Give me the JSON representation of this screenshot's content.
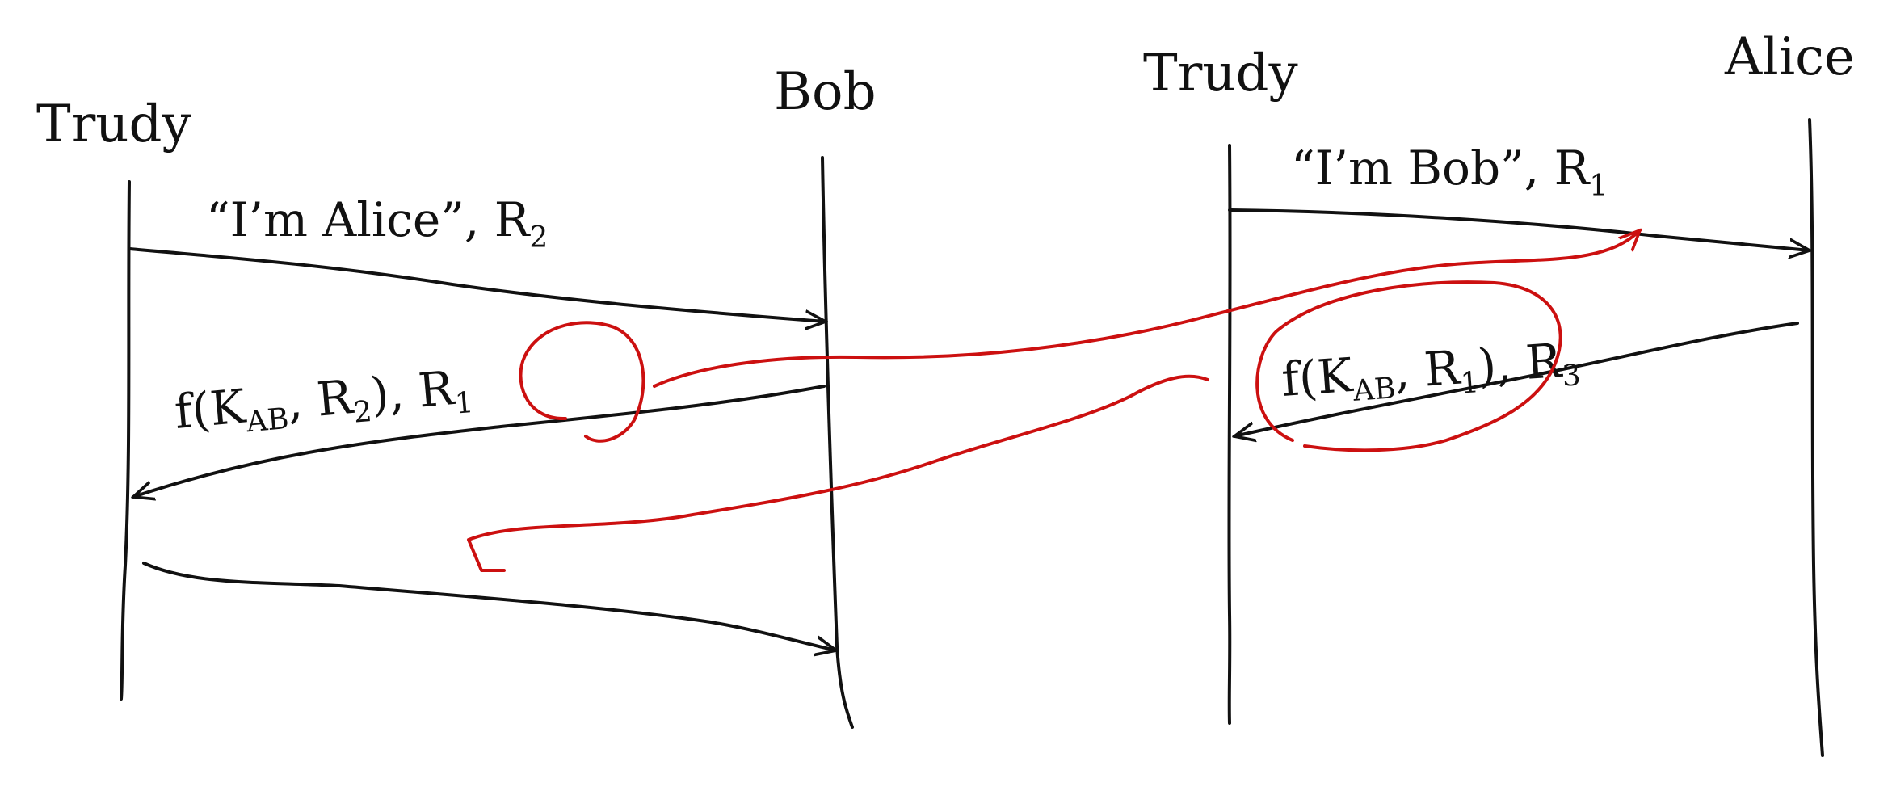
{
  "colors": {
    "ink": "#111111",
    "annotation": "#cc1010",
    "background": "#ffffff"
  },
  "left_panel": {
    "actor_left": "Trudy",
    "actor_right": "Bob",
    "messages": [
      {
        "text": "“I’m Alice”, R",
        "sub": "2",
        "direction": "right"
      },
      {
        "text": "f(K",
        "kab": "AB",
        "text2": ", R",
        "sub": "2",
        "text3": "), R",
        "sub2": "1",
        "direction": "left"
      },
      {
        "text": "",
        "direction": "right"
      }
    ]
  },
  "right_panel": {
    "actor_left": "Trudy",
    "actor_right": "Alice",
    "messages": [
      {
        "text": "“I’m Bob”, R",
        "sub": "1",
        "direction": "right"
      },
      {
        "text": "f(K",
        "kab": "AB",
        "text2": ", R",
        "sub": "1",
        "text3": "), R",
        "sub2": "3",
        "direction": "left"
      }
    ]
  },
  "annotations": [
    {
      "name": "copy-R1-to-Alice",
      "color": "red"
    },
    {
      "name": "copy-f-R1-to-Bob",
      "color": "red"
    }
  ]
}
